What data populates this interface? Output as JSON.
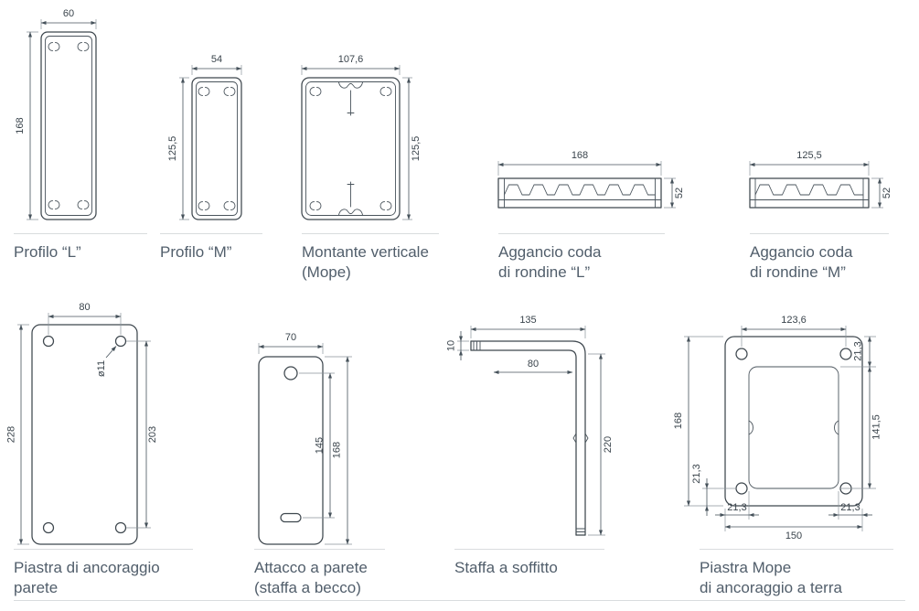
{
  "figures": {
    "profilo_l": {
      "caption": "Profilo “L”",
      "dim_width": "60",
      "dim_height": "168"
    },
    "profilo_m": {
      "caption": "Profilo “M”",
      "dim_width": "54",
      "dim_height": "125,5"
    },
    "montante": {
      "caption_line1": "Montante verticale",
      "caption_line2": "(Mope)",
      "dim_width": "107,6",
      "dim_height": "125,5"
    },
    "aggancio_l": {
      "caption_line1": "Aggancio coda",
      "caption_line2": "di rondine “L”",
      "dim_width": "168",
      "dim_height": "52"
    },
    "aggancio_m": {
      "caption_line1": "Aggancio coda",
      "caption_line2": "di rondine “M”",
      "dim_width": "125,5",
      "dim_height": "52"
    },
    "piastra_parete": {
      "caption_line1": "Piastra di ancoraggio",
      "caption_line2": "parete",
      "dim_width": "80",
      "dim_hole": "ø11",
      "dim_height_outer": "228",
      "dim_height_inner": "203"
    },
    "attacco_parete": {
      "caption_line1": "Attacco a parete",
      "caption_line2": "(staffa a becco)",
      "dim_width": "70",
      "dim_inner": "145",
      "dim_height": "168"
    },
    "staffa_soffitto": {
      "caption": "Staffa a soffitto",
      "dim_top": "135",
      "dim_thickness": "10",
      "dim_inner": "80",
      "dim_height": "220"
    },
    "piastra_mope": {
      "caption_line1": "Piastra Mope",
      "caption_line2": "di ancoraggio a terra",
      "dim_top": "123,6",
      "dim_right_top": "21,3",
      "dim_right_mid": "141,5",
      "dim_left": "168",
      "dim_left_bottom": "21,3",
      "dim_bottom_left": "21,3",
      "dim_bottom_right": "21,3",
      "dim_bottom": "150"
    }
  }
}
